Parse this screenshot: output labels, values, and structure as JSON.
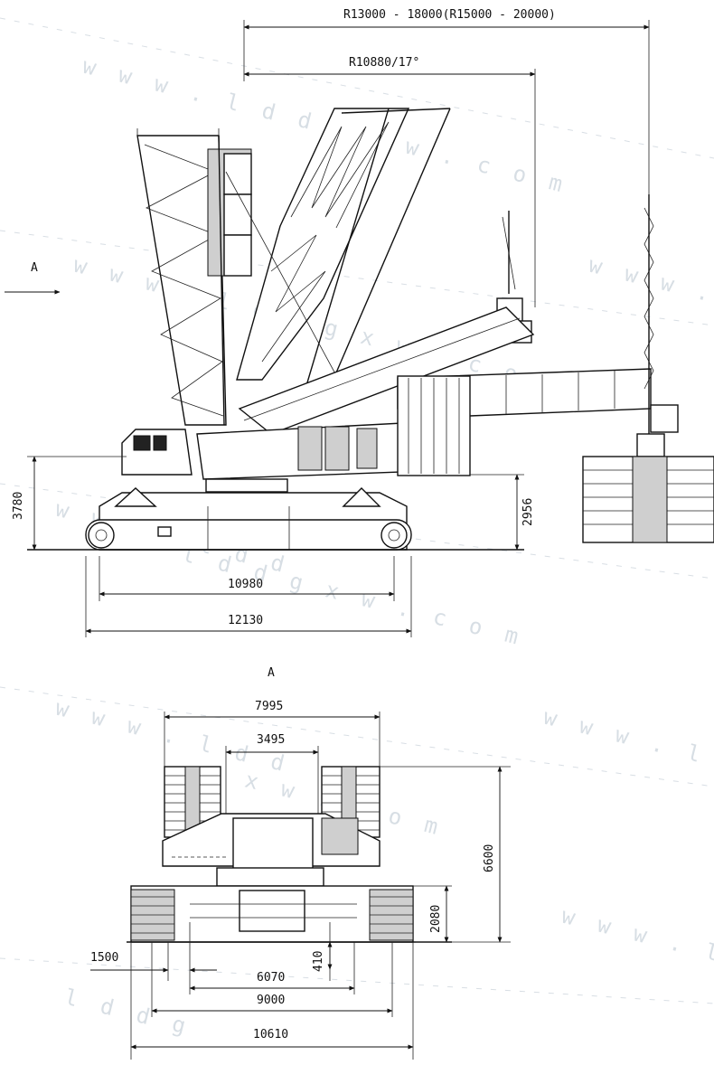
{
  "side_view": {
    "view_marker": "A",
    "radius_top": "R13000 - 18000(R15000 - 20000)",
    "radius_mid": "R10880/17°",
    "height_total": "3780",
    "height_counterweight": "2956",
    "track_inner_length": "10980",
    "track_overall_length": "12130"
  },
  "front_view": {
    "view_marker": "A",
    "overall_width": "7995",
    "inner_width": "3495",
    "overall_height": "6600",
    "carbody_height": "2080",
    "track_shoe_width": "1500",
    "ground_clearance": "410",
    "track_gauge_retracted": "6070",
    "track_gauge_extended": "9000",
    "overall_track_width": "10610"
  },
  "watermark": {
    "text": "w w w . l d d g x w . c o m",
    "text_short_a": "w w w . l d d",
    "text_short_b": "l d d g x w . c o m",
    "text_short_c": "w w w . l d",
    "text_short_d": "g x w . c o m",
    "text_short_e": "l d d g",
    "color": "#b8c4cf"
  }
}
